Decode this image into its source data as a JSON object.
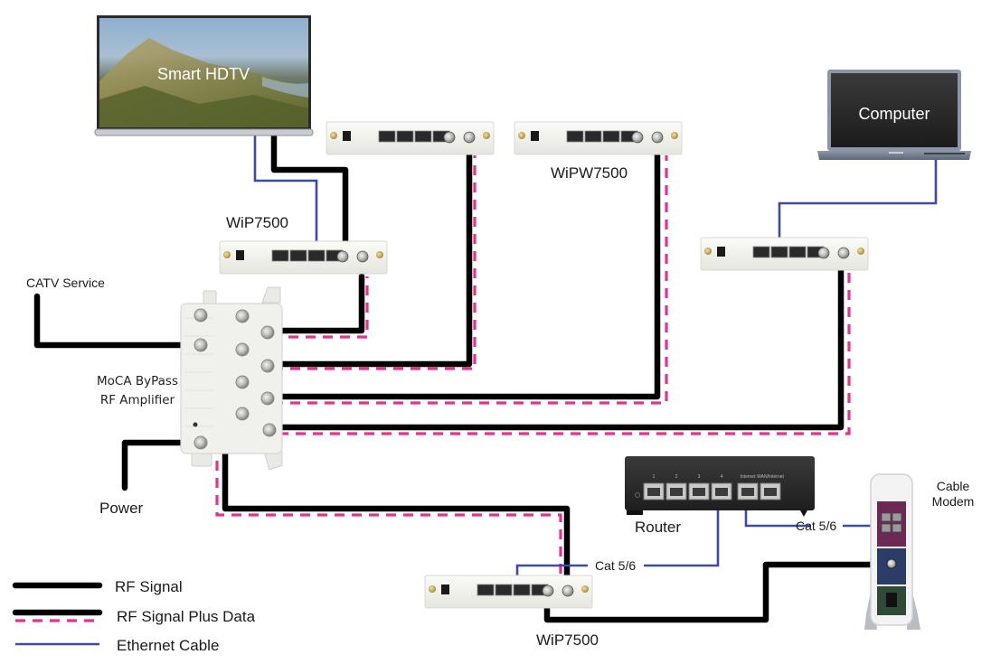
{
  "title": "MoCA Home Network Wiring Diagram",
  "devices": {
    "tv": {
      "label": "Smart HDTV",
      "icon": "tv-icon"
    },
    "computer": {
      "label": "Computer",
      "icon": "laptop-icon"
    },
    "adapter_tv": {
      "label": "WiP7500",
      "icon": "moca-adapter-icon"
    },
    "adapter_top_middle": {
      "label": "",
      "icon": "moca-adapter-icon"
    },
    "adapter_wipw": {
      "label": "WiPW7500",
      "icon": "moca-adapter-icon"
    },
    "adapter_computer": {
      "label": "",
      "icon": "moca-adapter-icon"
    },
    "adapter_bottom": {
      "label": "WiP7500",
      "icon": "moca-adapter-icon"
    },
    "amplifier": {
      "label_line1": "MoCA ByPass",
      "label_line2": "RF Amplifier",
      "icon": "rf-amplifier-icon"
    },
    "router": {
      "label": "Router",
      "icon": "router-icon",
      "port_labels": [
        "1",
        "2",
        "3",
        "4",
        "Internet",
        "WAN/Internet"
      ]
    },
    "modem": {
      "label_line1": "Cable",
      "label_line2": "Modem",
      "icon": "cable-modem-icon"
    }
  },
  "sources": {
    "catv": "CATV Service",
    "power": "Power"
  },
  "cables": {
    "cat_router_adapter": "Cat 5/6",
    "cat_router_modem": "Cat 5/6"
  },
  "legend": {
    "items": [
      {
        "label": "RF Signal",
        "type": "rf"
      },
      {
        "label": "RF Signal Plus Data",
        "type": "rf-data"
      },
      {
        "label": "Ethernet Cable",
        "type": "ethernet"
      }
    ]
  },
  "colors": {
    "rf": "#000000",
    "data": "#e8308f",
    "ethernet": "#3c4aa8",
    "modem_purple": "#6a2a55",
    "modem_blue": "#2b3d66",
    "modem_green": "#2f4a36"
  }
}
